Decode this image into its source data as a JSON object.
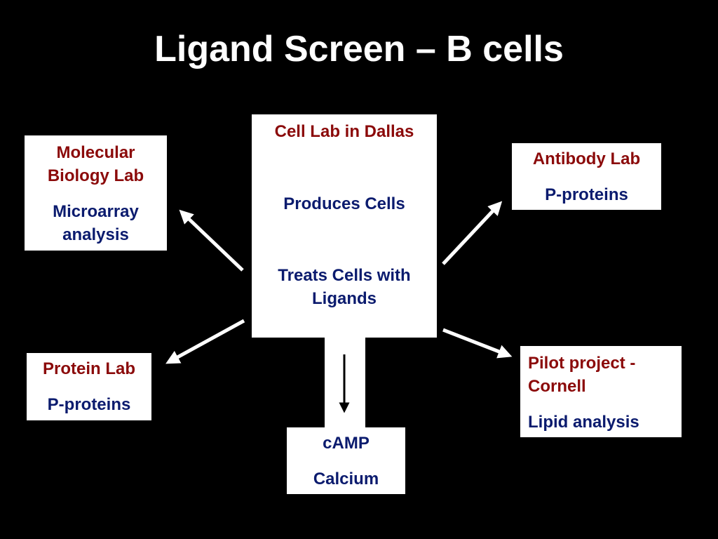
{
  "title": "Ligand Screen – B cells",
  "center": {
    "heading": "Cell Lab in Dallas",
    "line2": "Produces Cells",
    "line3": "Treats Cells with Ligands"
  },
  "molecular_biology": {
    "heading": "Molecular Biology Lab",
    "detail": "Microarray analysis"
  },
  "antibody": {
    "heading": "Antibody Lab",
    "detail": "P-proteins"
  },
  "protein": {
    "heading": "Protein Lab",
    "detail": "P-proteins"
  },
  "pilot": {
    "heading": "Pilot project - Cornell",
    "detail": "Lipid analysis"
  },
  "camp": {
    "line1": "cAMP",
    "line2": "Calcium"
  },
  "colors": {
    "background": "#000000",
    "box": "#ffffff",
    "heading_text": "#8b0a0a",
    "detail_text": "#0b1b6e",
    "title_text": "#ffffff"
  }
}
